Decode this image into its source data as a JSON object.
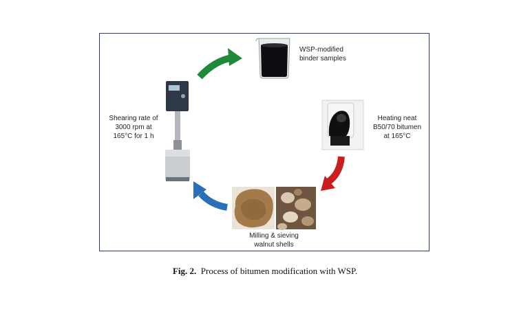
{
  "labels": {
    "binder": [
      "WSP-modified",
      "binder samples"
    ],
    "heating": [
      "Heating neat",
      "B50/70 bitumen",
      "at 165°C"
    ],
    "milling": [
      "Milling & sieving",
      "walnut shells"
    ],
    "shearing": [
      "Shearing rate of",
      "3000 rpm at",
      "165°C for 1 h"
    ]
  },
  "caption": {
    "prefix": "Fig. 2.",
    "text": "Process of bitumen modification with WSP."
  },
  "colors": {
    "frame": "#2b3a66",
    "arrow_green": "#1f8a3a",
    "arrow_red": "#c81e1e",
    "arrow_blue": "#2a6fb8"
  }
}
